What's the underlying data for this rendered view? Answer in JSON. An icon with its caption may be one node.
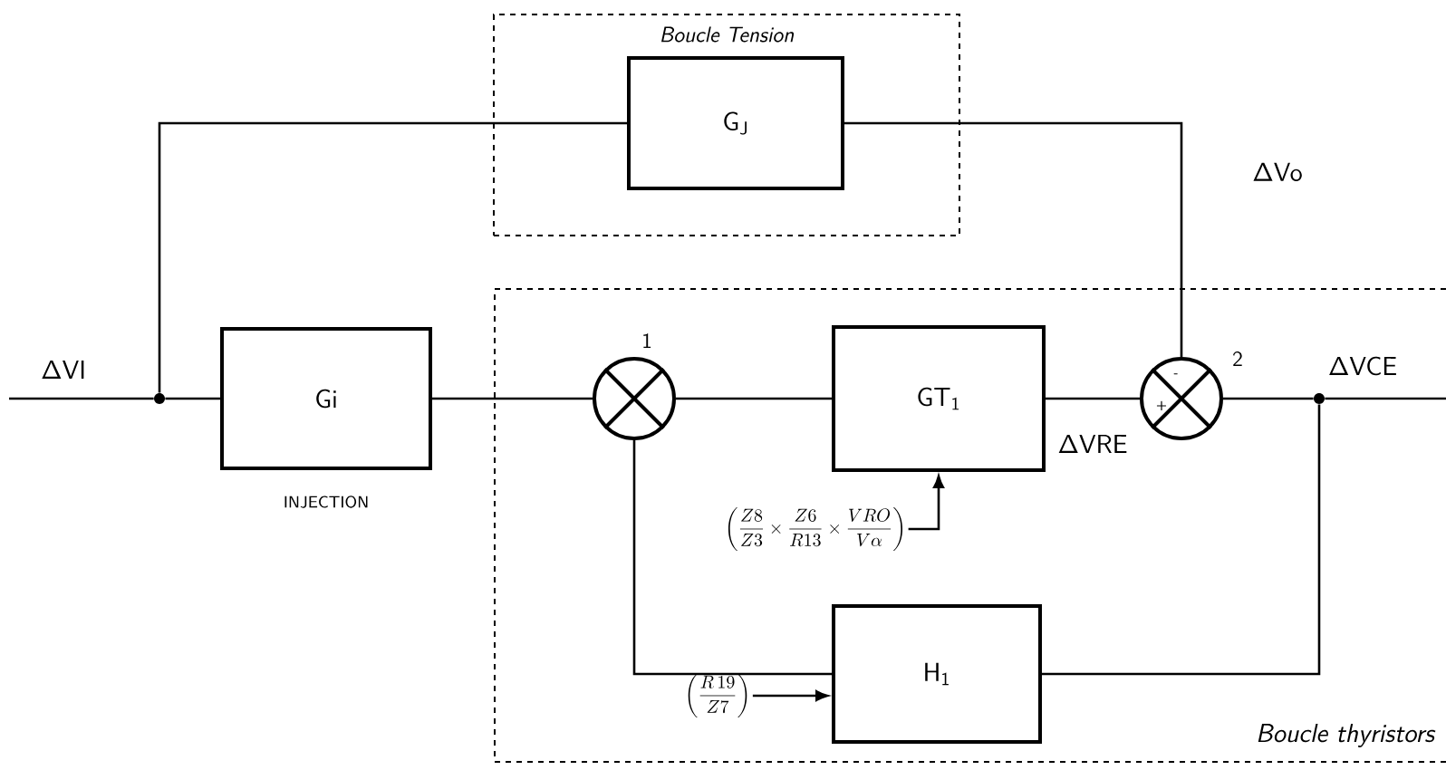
{
  "diagram": {
    "nodes": [
      {
        "text": [
          "Boucle Tension"
        ]
      },
      {
        "text": [
          "G$_{J}$"
        ],
        "in": 0
      },
      {
        "text": [
          "Boucle thyristors"
        ]
      },
      {
        "text": [
          "Gi"
        ],
        "beside": [
          "INJECTION"
        ]
      },
      {
        "text": [],
        "shape": "circle",
        "beside": [
          "1"
        ],
        "in": 2
      },
      {
        "text": [
          "GT$_{1}$"
        ],
        "in": 2
      },
      {
        "text": [],
        "shape": "circle",
        "beside": [
          "2"
        ],
        "in": 2
      },
      {
        "text": [
          "H$_{1}$"
        ],
        "in": 2
      },
      {
        "text": [],
        "shape": "circle"
      },
      {
        "text": [],
        "shape": "circle",
        "in": 2
      },
      {
        "text": [
          "\\left(\\frac{Z8}{Z3}\\times\\frac{Z6}{R13}\\times\\frac{VRO}{V\\alpha}\\right)"
        ],
        "in": 2
      },
      {
        "text": [
          "\\left(\\frac{R\\,19}{Z7}\\right)"
        ],
        "in": 2
      }
    ],
    "edges": [
      {
        "from": null,
        "to": 8,
        "arrow": "none",
        "label": "ΔVI"
      },
      {
        "from": 8,
        "to": 3,
        "arrow": "none"
      },
      {
        "from": 8,
        "to": 1,
        "arrow": "none"
      },
      {
        "from": 3,
        "to": 4,
        "arrow": "none"
      },
      {
        "from": 4,
        "to": 5,
        "arrow": "none"
      },
      {
        "from": 1,
        "to": 6,
        "arrow": "none",
        "label": "ΔVo"
      },
      {
        "from": 5,
        "to": 6,
        "arrow": "none",
        "label": "ΔVRE"
      },
      {
        "from": 6,
        "to": 9,
        "arrow": "none"
      },
      {
        "from": 9,
        "to": null,
        "arrow": "none",
        "label": "ΔVCE"
      },
      {
        "from": 9,
        "to": 7,
        "arrow": "none"
      },
      {
        "from": 7,
        "to": 4,
        "arrow": "none"
      },
      {
        "from": 10,
        "to": 5,
        "arrow": "to"
      },
      {
        "from": 11,
        "to": 7,
        "arrow": "to"
      }
    ],
    "labels": [
      "-",
      "+"
    ]
  }
}
